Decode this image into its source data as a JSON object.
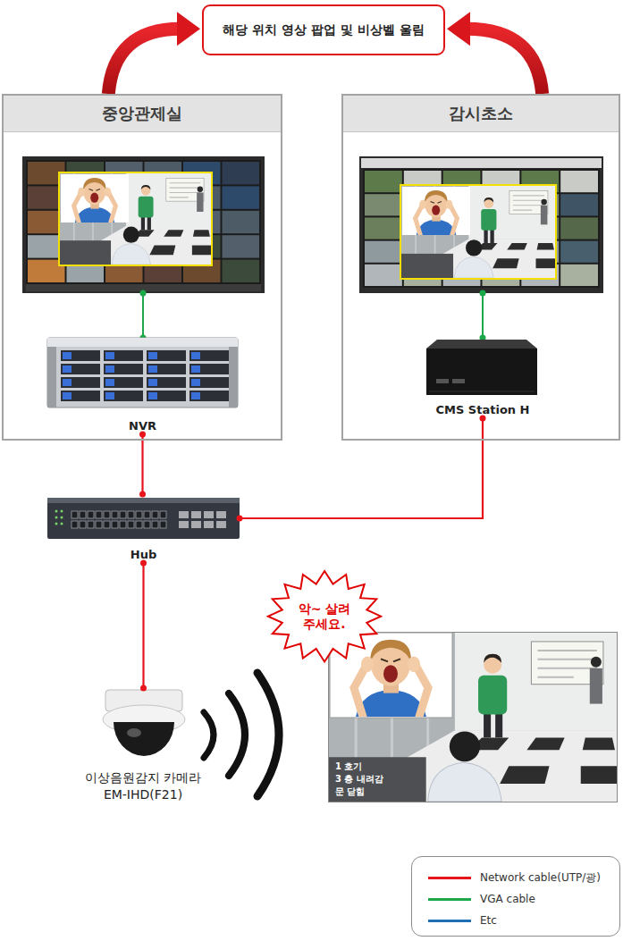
{
  "diagram": {
    "nodes": [
      {
        "text": [
          "해당 위치 영상 팝업 및 비상벨 울림"
        ]
      },
      {
        "text": [
          "중앙관제실"
        ]
      },
      {
        "text": [
          "감시초소"
        ]
      },
      {
        "text": [
          "NVR"
        ],
        "in": 1
      },
      {
        "text": [
          "CMS Station H"
        ],
        "in": 2
      },
      {
        "text": [
          "Hub"
        ]
      },
      {
        "text": [
          "이상음원감지 카메라",
          "EM-IHD(F21)"
        ]
      },
      {
        "text": [
          "악~ 살려 주세요."
        ]
      }
    ],
    "edges": [
      {
        "from": 1,
        "to": 0,
        "arrow": "to"
      },
      {
        "from": 2,
        "to": 0,
        "arrow": "to"
      },
      {
        "from": 3,
        "to": 5,
        "arrow": "none"
      },
      {
        "from": 4,
        "to": 5,
        "arrow": "none"
      },
      {
        "from": 5,
        "to": 6,
        "arrow": "none"
      }
    ],
    "labels": [
      "1 호기",
      "3 층 내려감",
      "문 닫힘"
    ],
    "legend": [
      {
        "text": "Network cable(UTP/광)",
        "color": "#e8141b"
      },
      {
        "text": "VGA cable",
        "color": "#1aa84a"
      },
      {
        "text": "Etc",
        "color": "#1f6fb5"
      }
    ]
  }
}
